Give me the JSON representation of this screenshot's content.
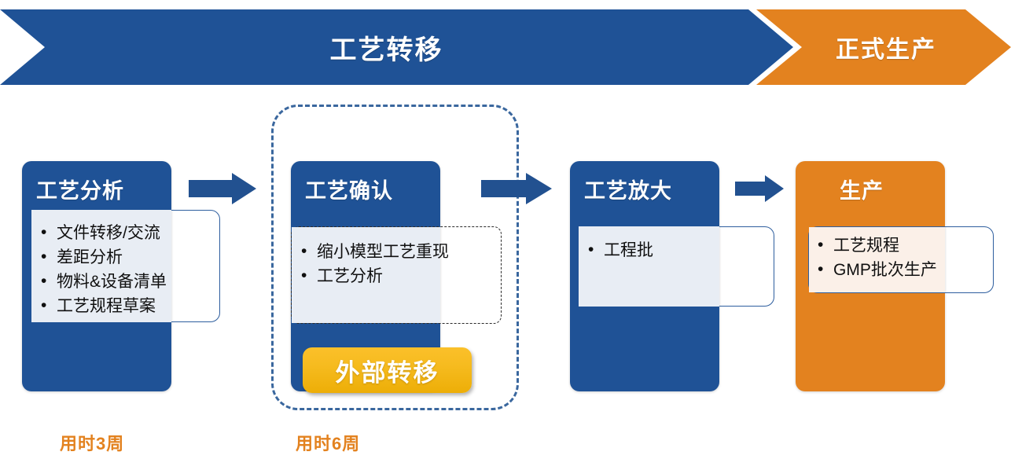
{
  "banner": {
    "transfer_label": "工艺转移",
    "production_label": "正式生产",
    "transfer_color": "#1F5296",
    "production_color": "#E3821F"
  },
  "colors": {
    "blue": "#1F5296",
    "orange": "#E3821F",
    "detail_fill_blue": "#E8EDF4",
    "detail_fill_cream": "#FBF0E8",
    "gold": "#F6BB1F",
    "dashed_border": "#3A679E"
  },
  "stages": [
    {
      "title": "工艺分析",
      "accent": "blue",
      "items": [
        "文件转移/交流",
        "差距分析",
        "物料&设备清单",
        "工艺规程草案"
      ]
    },
    {
      "title": "工艺确认",
      "accent": "blue",
      "items": [
        "缩小模型工艺重现",
        "工艺分析"
      ],
      "badge": "外部转移"
    },
    {
      "title": "工艺放大",
      "accent": "blue",
      "items": [
        "工程批"
      ]
    },
    {
      "title": "生产",
      "accent": "orange",
      "items": [
        "工艺规程",
        "GMP批次生产"
      ]
    }
  ],
  "durations": [
    {
      "label": "用时3周"
    },
    {
      "label": "用时6周"
    }
  ]
}
